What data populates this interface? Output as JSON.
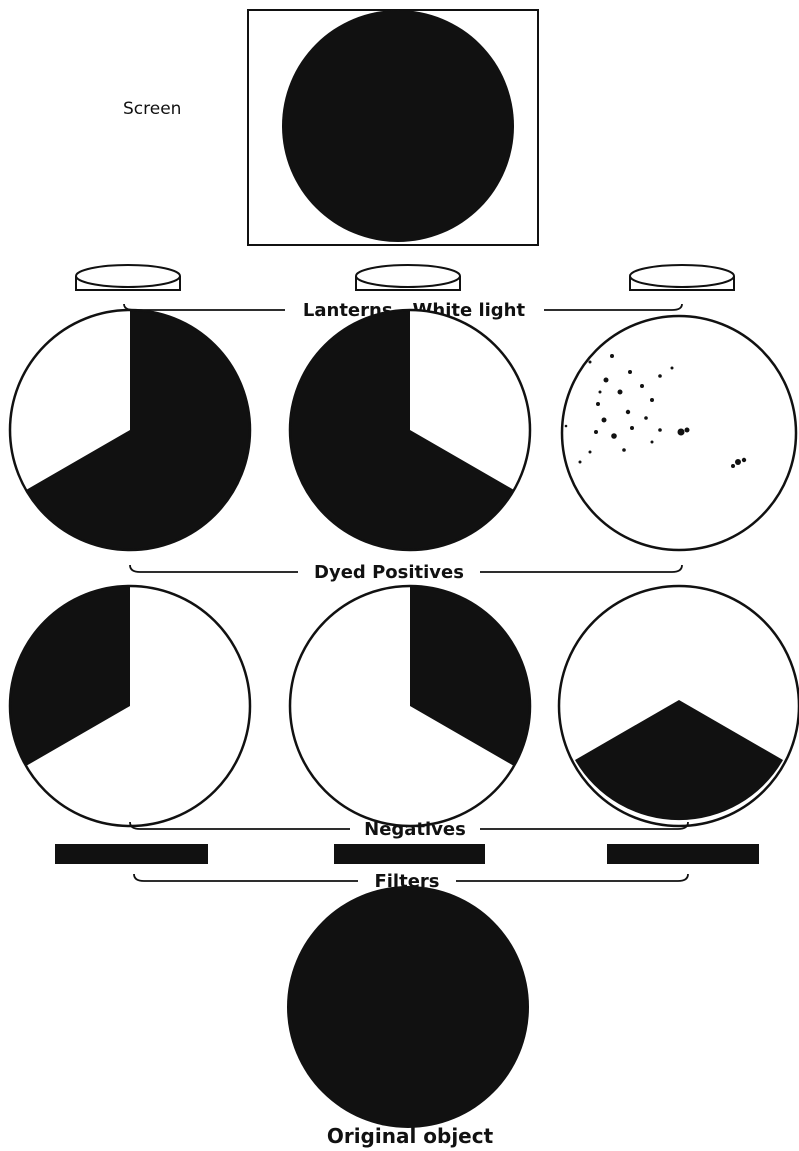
{
  "labels": {
    "screen": "Screen",
    "lanterns": "Lanterns - White light",
    "dyed_positives": "Dyed Positives",
    "negatives": "Negatives",
    "filters": "Filters",
    "original_object": "Original object"
  },
  "colors": {
    "ink": "#111111",
    "paper": "#ffffff"
  }
}
